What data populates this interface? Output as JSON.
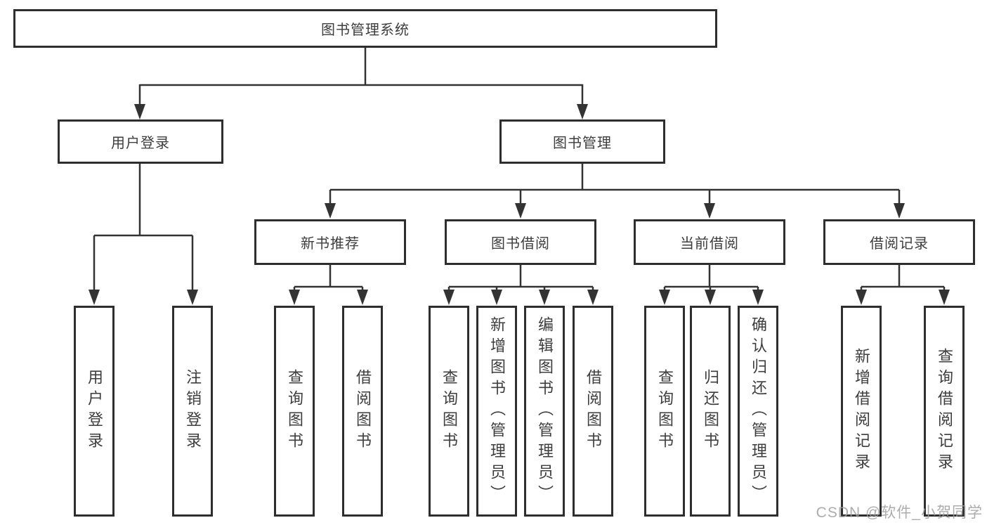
{
  "colors": {
    "background": "#ffffff",
    "box_border": "#2e2e2e",
    "connector_line": "#333333",
    "node_text": "#3d3d3d",
    "watermark_text": "#9e9e9e"
  },
  "watermark": {
    "text": "CSDN @软件_小贺同学"
  },
  "tree": {
    "root": {
      "label": "图书管理系统",
      "children": [
        {
          "label": "用户登录",
          "children": [
            {
              "label": "用户登录"
            },
            {
              "label": "注销登录"
            }
          ]
        },
        {
          "label": "图书管理",
          "children": [
            {
              "label": "新书推荐",
              "children": [
                {
                  "label": "查询图书"
                },
                {
                  "label": "借阅图书"
                }
              ]
            },
            {
              "label": "图书借阅",
              "children": [
                {
                  "label": "查询图书"
                },
                {
                  "label": "新增图书（管理员）"
                },
                {
                  "label": "编辑图书（管理员）"
                },
                {
                  "label": "借阅图书"
                }
              ]
            },
            {
              "label": "当前借阅",
              "children": [
                {
                  "label": "查询图书"
                },
                {
                  "label": "归还图书"
                },
                {
                  "label": "确认归还（管理员）"
                }
              ]
            },
            {
              "label": "借阅记录",
              "children": [
                {
                  "label": "新增借阅记录"
                },
                {
                  "label": "查询借阅记录"
                }
              ]
            }
          ]
        }
      ]
    }
  }
}
